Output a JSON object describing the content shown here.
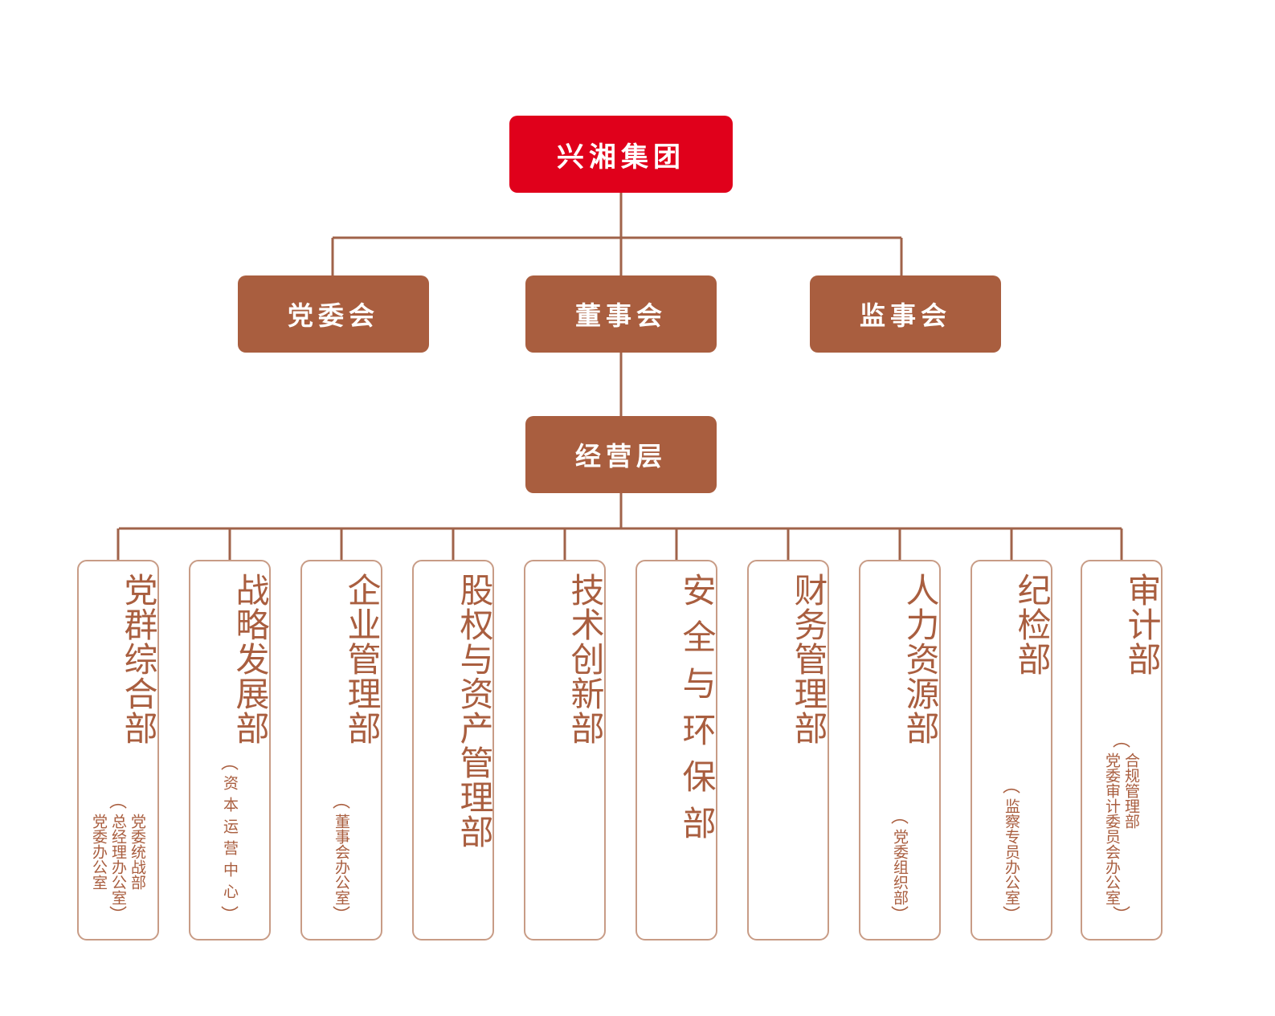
{
  "root": {
    "label": "兴湘集团"
  },
  "level2": [
    {
      "key": "party",
      "label": "党委会"
    },
    {
      "key": "board",
      "label": "董事会"
    },
    {
      "key": "supervisory",
      "label": "监事会"
    }
  ],
  "management": {
    "label": "经营层"
  },
  "departments": [
    {
      "name": "党群综合部",
      "sub": "党委统战部总经理办公室党委办公室",
      "sub_lines": [
        "党委统战部",
        "总经理办公室",
        "党委办公室"
      ]
    },
    {
      "name": "战略发展部",
      "sub": "资本运营中心"
    },
    {
      "name": "企业管理部",
      "sub": "董事会办公室"
    },
    {
      "name": "股权与资产管理部",
      "sub": ""
    },
    {
      "name": "技术创新部",
      "sub": ""
    },
    {
      "name": "安全与环保部",
      "sub": ""
    },
    {
      "name": "财务管理部",
      "sub": ""
    },
    {
      "name": "人力资源部",
      "sub": "党委组织部"
    },
    {
      "name": "纪检部",
      "sub": "监察专员办公室"
    },
    {
      "name": "审计部",
      "sub": "合规管理部党委审计委员会办公室",
      "sub_lines": [
        "合规管理部",
        "党委审计委员会办公室"
      ]
    }
  ],
  "colors": {
    "root": "#e0001b",
    "node": "#a95e3f",
    "connector": "#a0634a",
    "dept_border": "#c89c86",
    "dept_text": "#a95e3f"
  }
}
